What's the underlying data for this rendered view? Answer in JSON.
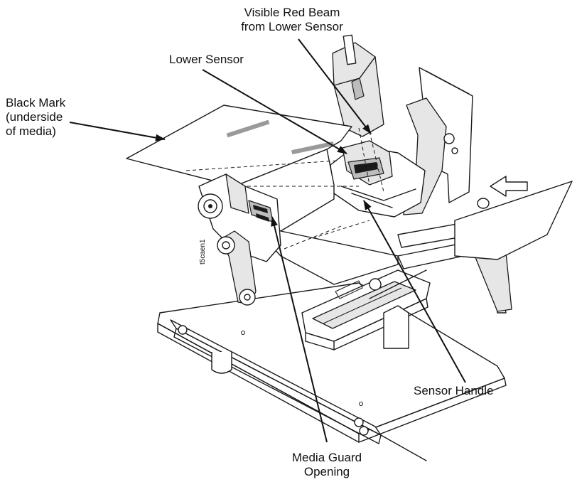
{
  "labels": {
    "visible_red_beam_line1": "Visible Red Beam",
    "visible_red_beam_line2": "from Lower Sensor",
    "lower_sensor": "Lower Sensor",
    "black_mark_line1": "Black Mark",
    "black_mark_line2": "(underside",
    "black_mark_line3": "of media)",
    "sensor_handle": "Sensor Handle",
    "media_guard_line1": "Media Guard",
    "media_guard_line2": "Opening",
    "figure_code": "t5caen1"
  },
  "colors": {
    "ink": "#1a1a1a",
    "background": "#ffffff",
    "light_fill": "#e6e6e6",
    "mid_fill": "#bdbdbd",
    "black_mark_band": "#9a9a9a"
  }
}
